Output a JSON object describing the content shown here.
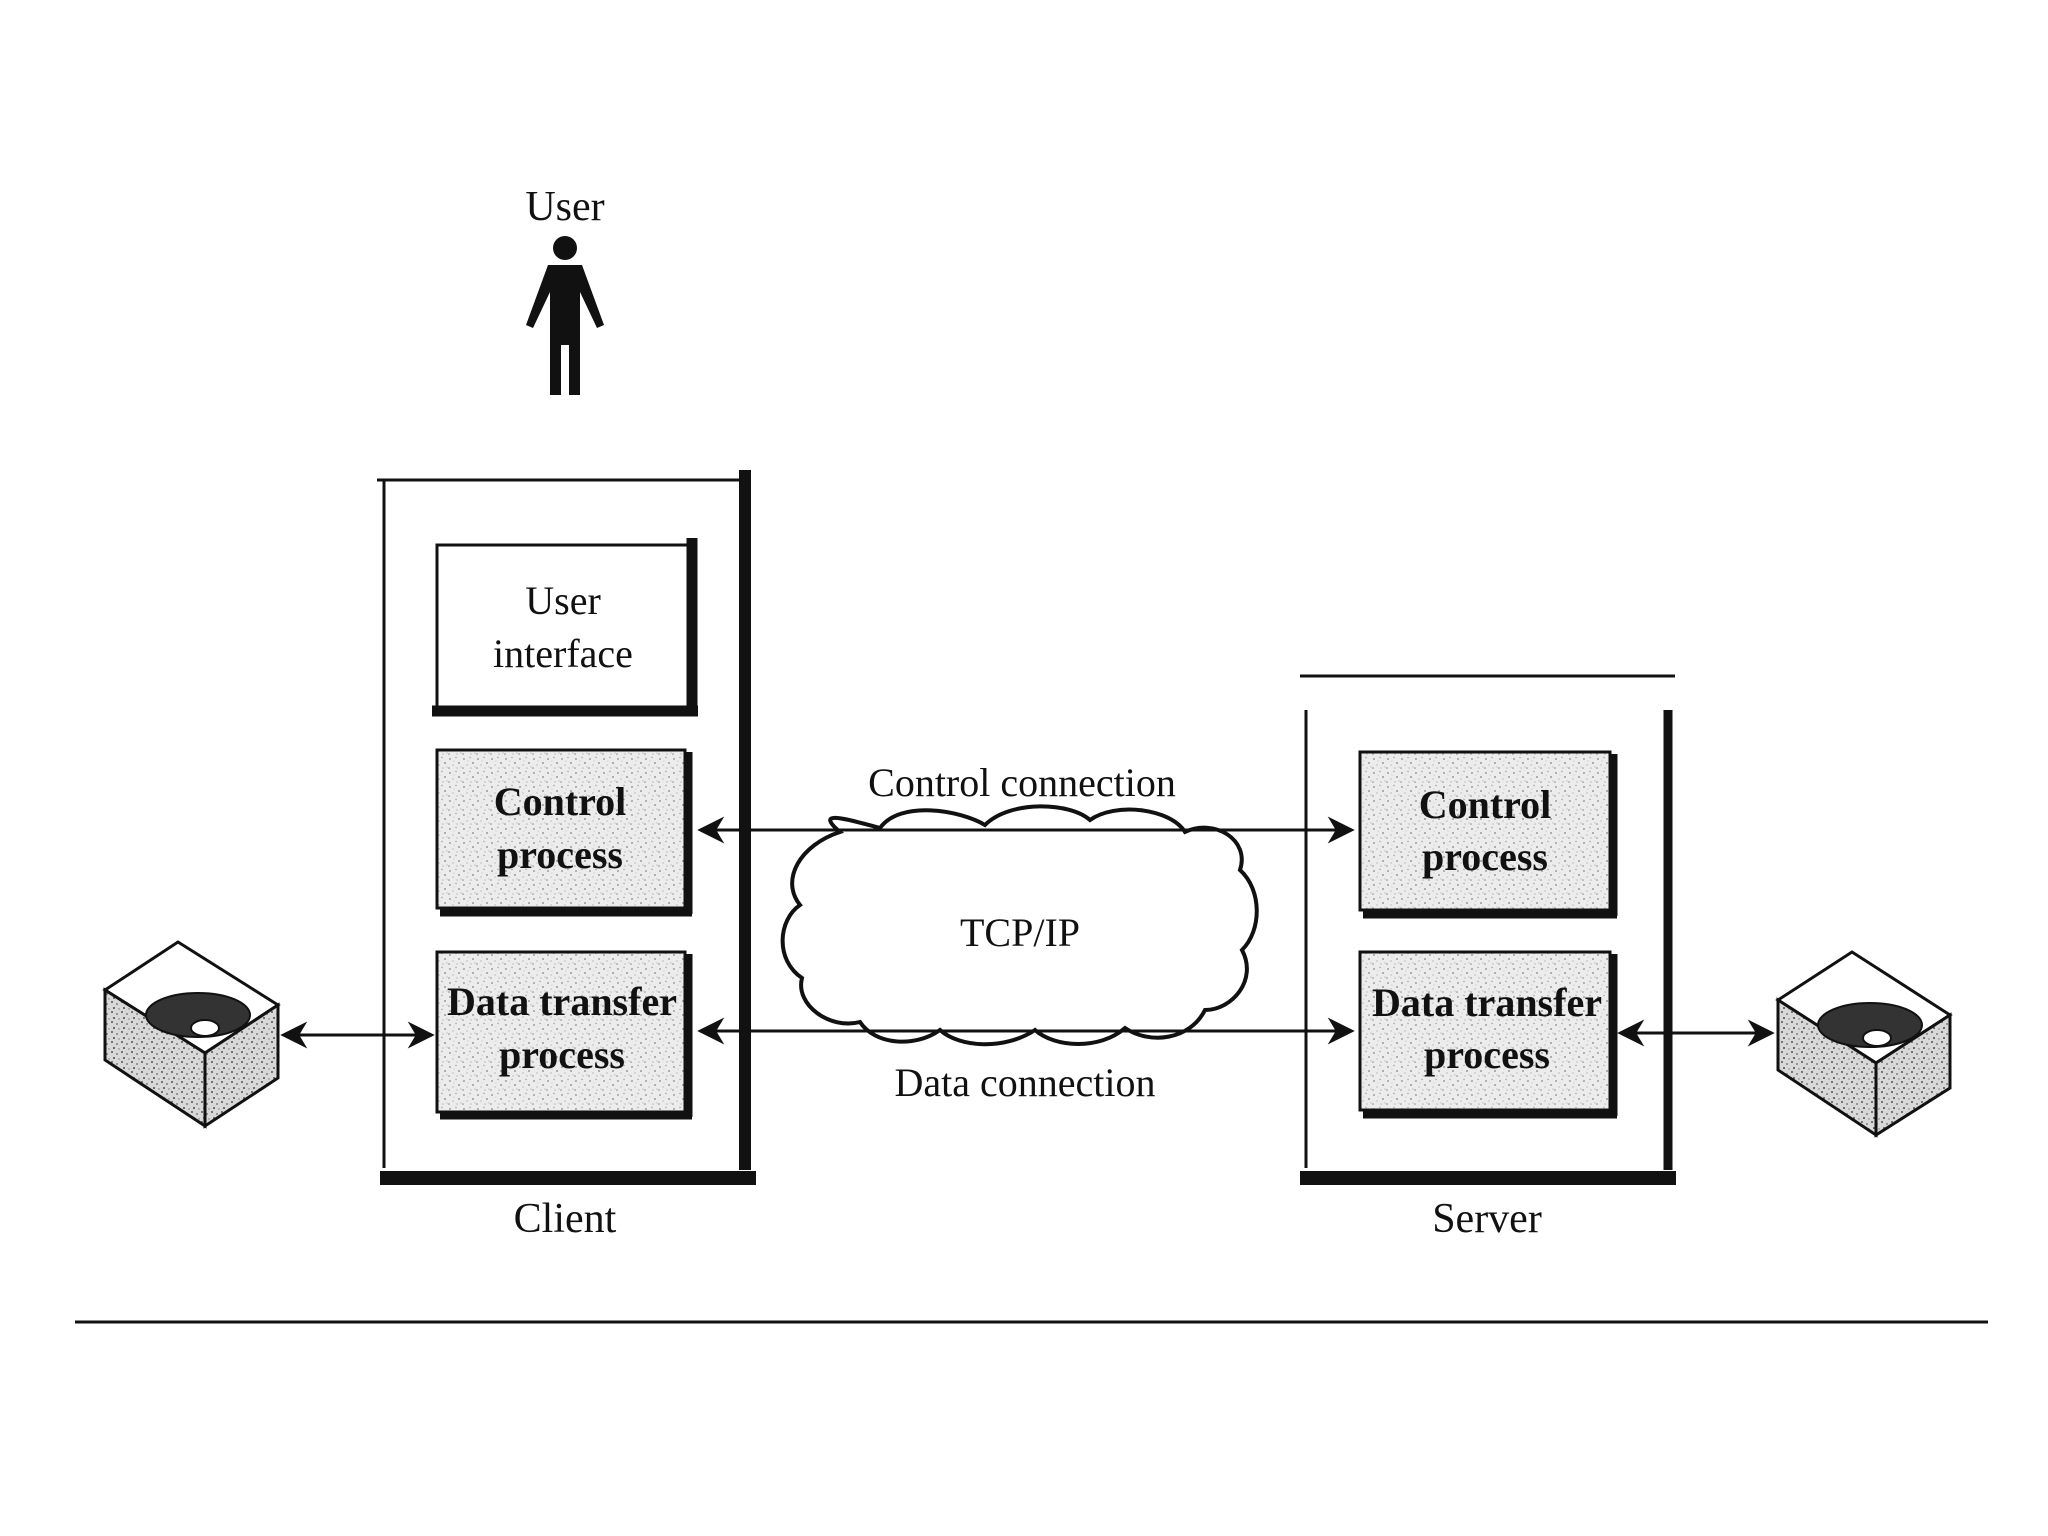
{
  "labels": {
    "user": "User",
    "user_interface_line1": "User",
    "user_interface_line2": "interface",
    "client_control_line1": "Control",
    "client_control_line2": "process",
    "client_data_line1": "Data transfer",
    "client_data_line2": "process",
    "server_control_line1": "Control",
    "server_control_line2": "process",
    "server_data_line1": "Data transfer",
    "server_data_line2": "process",
    "control_connection": "Control connection",
    "data_connection": "Data connection",
    "network": "TCP/IP",
    "client": "Client",
    "server": "Server"
  },
  "icons": {
    "user": "person-icon",
    "client_storage": "disk-drive-icon",
    "server_storage": "disk-drive-icon"
  },
  "colors": {
    "ink": "#111111",
    "box_fill": "#ececec",
    "background": "#ffffff"
  }
}
